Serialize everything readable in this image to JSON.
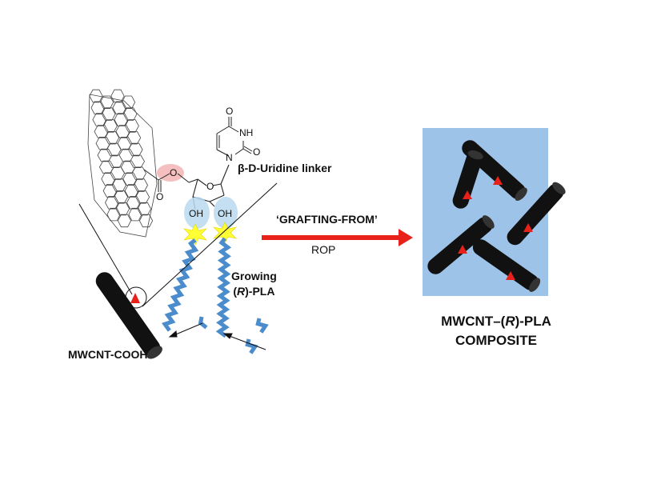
{
  "labels": {
    "linker": "β-D-Uridine linker",
    "growing_line1": "Growing",
    "growing_r": "R",
    "growing_pla": "-PLA",
    "grafting": "‘GRAFTING-FROM’",
    "rop": "ROP",
    "mwcnt_cooh": "MWCNT-COOH",
    "composite_prefix": "MWCNT–(",
    "composite_r": "R",
    "composite_suffix": ")-PLA",
    "composite_line2": "COMPOSITE"
  },
  "atoms": {
    "o_top": "O",
    "nh": "NH",
    "n": "N",
    "o_right": "O",
    "o_ring": "O",
    "o_ester": "O",
    "o_carbonyl": "O",
    "oh_left": "OH",
    "oh_right": "OH"
  },
  "colors": {
    "arrow": "#e8211a",
    "composite_bg": "#9dc3e8",
    "tube": "#111111",
    "marker": "#e8211a",
    "chain": "#4a8ccc",
    "ester_highlight": "#f4b8b8",
    "oh_highlight": "#b9d9ee",
    "burst": "#ffff33"
  }
}
